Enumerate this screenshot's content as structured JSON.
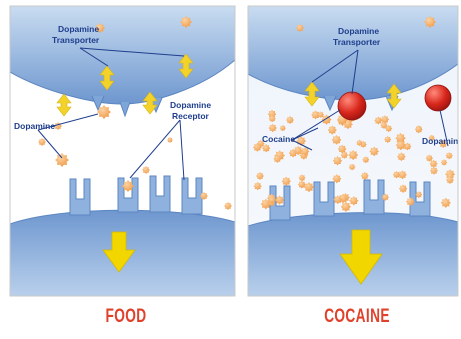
{
  "panels": [
    {
      "id": "food",
      "caption": "FOOD",
      "labels": {
        "transporter_line1": "Dopamine",
        "transporter_line2": "Transporter",
        "dopamine": "Dopamine",
        "receptor_line1": "Dopamine",
        "receptor_line2": "Receptor"
      }
    },
    {
      "id": "cocaine",
      "caption": "COCAINE",
      "labels": {
        "transporter_line1": "Dopamine",
        "transporter_line2": "Transporter",
        "cocaine": "Cocaine",
        "dopamine_partial": "Dopamine"
      }
    }
  ],
  "colors": {
    "membrane": "#7da4d6",
    "membrane_dark": "#5c86c2",
    "cleft": "#ffffff",
    "dopamine": "#f2a455",
    "transporter_arrow": "#f3d22a",
    "signal_arrow": "#f2d600",
    "cocaine": "#d6281f",
    "label": "#1f3e8c",
    "caption": "#e0412b"
  },
  "icons": [
    "dopamine-molecule-icon",
    "transporter-arrow-icon",
    "signal-arrow-icon",
    "cocaine-molecule-icon"
  ]
}
